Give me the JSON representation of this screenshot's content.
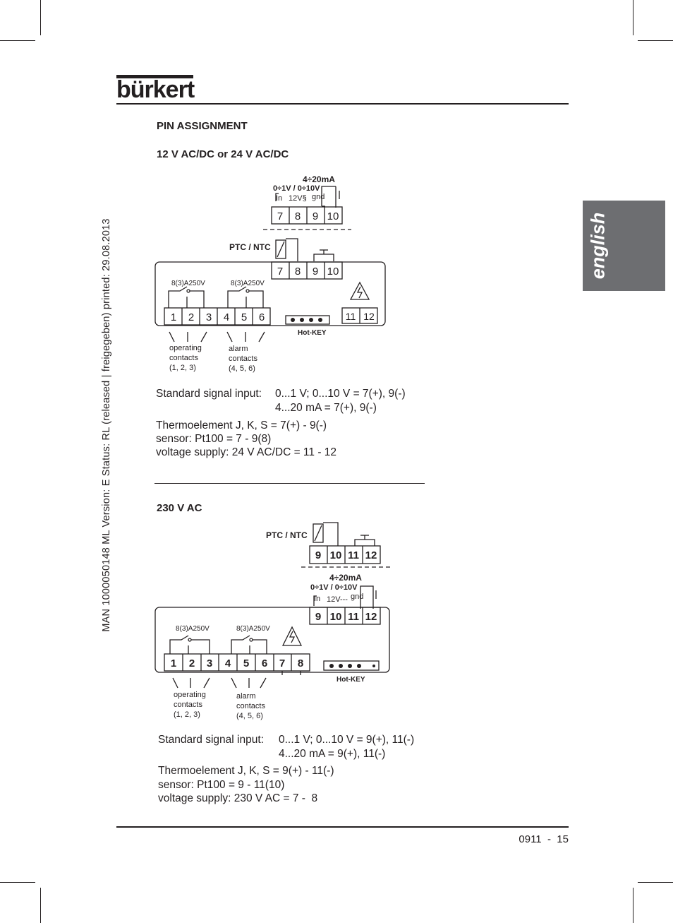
{
  "header": {
    "brand": "bürkert"
  },
  "side_tab": {
    "label": "english"
  },
  "side_info": {
    "text": "MAN  1000050148  ML  Version: E  Status: RL (released | freigegeben)  printed: 29.08.2013"
  },
  "section": {
    "title": "PIN ASSIGNMENT"
  },
  "diagram1": {
    "title": "12 V AC/DC or 24 V AC/DC",
    "top_terminals": [
      "7",
      "8",
      "9",
      "10"
    ],
    "signal_label_current": "4÷20mA",
    "signal_label_voltage": "0÷1V / 0÷10V",
    "signal_in": "In",
    "signal_12v": "12V§",
    "signal_gnd": "gnd",
    "sensor_label": "PTC / NTC",
    "module_terminals": [
      "7",
      "8",
      "9",
      "10"
    ],
    "relay_rating_1": "8(3)A250V",
    "relay_rating_2": "8(3)A250V",
    "bottom_terminals": [
      "1",
      "2",
      "3",
      "4",
      "5",
      "6"
    ],
    "supply_terminals": [
      "11",
      "12"
    ],
    "hotkey": "Hot-KEY",
    "operating_contacts": [
      "operating",
      "contacts",
      "(1, 2, 3)"
    ],
    "alarm_contacts": [
      "alarm",
      "contacts",
      "(4, 5, 6)"
    ],
    "text": {
      "signal_label": "Standard signal input:",
      "signal_value_1": "0...1 V; 0...10 V = 7(+), 9(-)",
      "signal_value_2": "4...20 mA = 7(+), 9(-)",
      "line_1": "Thermoelement J, K, S = 7(+) - 9(-)",
      "line_2": "sensor: Pt100 = 7 - 9(8)",
      "line_3": "voltage supply: 24 V AC/DC = 11 - 12"
    }
  },
  "diagram2": {
    "title": "230 V AC",
    "sensor_label": "PTC / NTC",
    "top_terminals": [
      "9",
      "10",
      "11",
      "12"
    ],
    "signal_label_current": "4÷20mA",
    "signal_label_voltage": "0÷1V / 0÷10V",
    "signal_in": "In",
    "signal_12v": "12V---",
    "signal_gnd": "gnd",
    "module_terminals": [
      "9",
      "10",
      "11",
      "12"
    ],
    "relay_rating_1": "8(3)A250V",
    "relay_rating_2": "8(3)A250V",
    "bottom_terminals": [
      "1",
      "2",
      "3",
      "4",
      "5",
      "6",
      "7",
      "8"
    ],
    "hotkey": "Hot-KEY",
    "operating_contacts": [
      "operating",
      "contacts",
      "(1, 2, 3)"
    ],
    "alarm_contacts": [
      "alarm",
      "contacts",
      "(4, 5, 6)"
    ],
    "text": {
      "signal_label": "Standard signal input:",
      "signal_value_1": "0...1 V; 0...10 V = 9(+), 11(-)",
      "signal_value_2": "4...20 mA = 9(+), 11(-)",
      "line_1": "Thermoelement J, K, S = 9(+) - 11(-)",
      "line_2": "sensor: Pt100 = 9 - 11(10)",
      "line_3": "voltage supply: 230 V AC = 7 -  8"
    }
  },
  "footer": {
    "page": "0911  -  15"
  }
}
